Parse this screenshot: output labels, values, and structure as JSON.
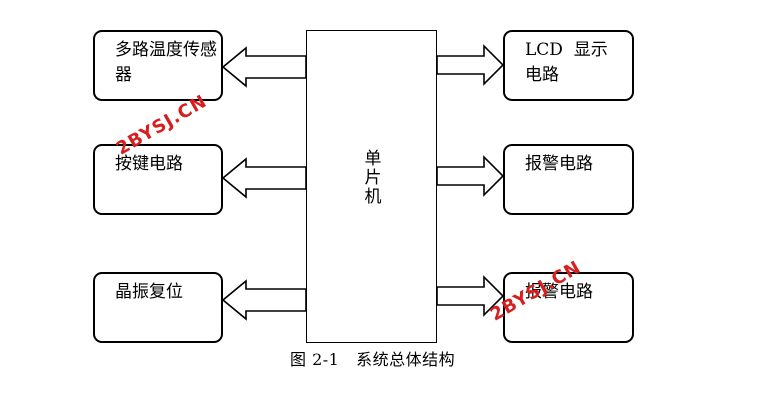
{
  "mcu": {
    "label": "单片机"
  },
  "left_blocks": [
    {
      "label": "多路温度传感器",
      "arrow": "left"
    },
    {
      "label": "按键电路",
      "arrow": "left"
    },
    {
      "label": "晶振复位",
      "arrow": "left"
    }
  ],
  "right_blocks": [
    {
      "label": "LCD  显示电路",
      "arrow": "right"
    },
    {
      "label": "报警电路",
      "arrow": "right"
    },
    {
      "label": "报警电路",
      "arrow": "right"
    }
  ],
  "caption": "图 2-1   系统总体结构",
  "watermarks": [
    "2BYSJ.CN",
    "2BYSJ.CN"
  ],
  "colors": {
    "line": "#000000",
    "watermark": "#d62020",
    "background": "#ffffff"
  }
}
